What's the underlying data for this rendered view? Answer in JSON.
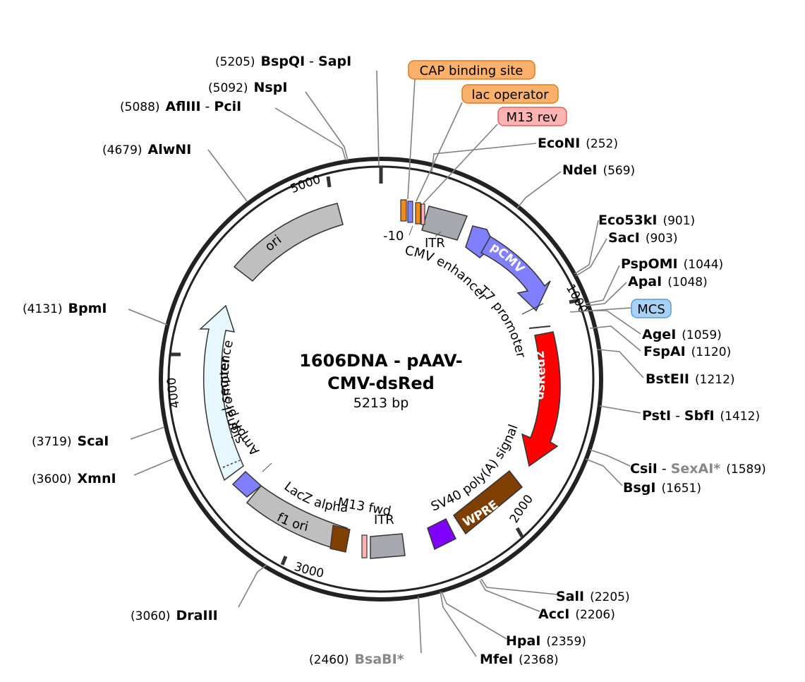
{
  "plasmid": {
    "title_line1": "1606DNA - pAAV-",
    "title_line2": "CMV-dsRed",
    "length_label": "5213 bp"
  },
  "ticks": [
    "1000",
    "2000",
    "3000",
    "4000",
    "5000"
  ],
  "features": {
    "pCMV": "pCMV",
    "dsRed2": "dsRed2",
    "WPRE": "WPRE",
    "ori": "ori",
    "f1_ori": "f1 ori",
    "itr_top": "ITR",
    "cmv_enhancer": "CMV enhancer",
    "t7_promoter": "T7 promoter",
    "minus10": "-10",
    "sv40": "SV40 poly(A) signal",
    "m13_fwd": "M13 fwd",
    "itr_bottom": "ITR",
    "lacz_alpha": "LacZ alpha",
    "ampr_promoter": "AmpR promoter",
    "signal_sequence": "signal sequence"
  },
  "boxes": {
    "cap": "CAP binding site",
    "lacop": "lac operator",
    "m13rev": "M13 rev",
    "mcs": "MCS"
  },
  "sites": [
    {
      "pos": "(5205)",
      "name": "BspQI",
      "sep": "-",
      "name2": "SapI"
    },
    {
      "pos": "(5092)",
      "name": "NspI"
    },
    {
      "pos": "(5088)",
      "name": "AflIII",
      "sep": "-",
      "name2": "PciI"
    },
    {
      "pos": "(4679)",
      "name": "AlwNI"
    },
    {
      "name": "EcoNI",
      "pos": "(252)"
    },
    {
      "name": "NdeI",
      "pos": "(569)"
    },
    {
      "name": "Eco53kI",
      "pos": "(901)"
    },
    {
      "name": "SacI",
      "pos": "(903)"
    },
    {
      "name": "PspOMI",
      "pos": "(1044)"
    },
    {
      "name": "ApaI",
      "pos": "(1048)"
    },
    {
      "name": "AgeI",
      "pos": "(1059)"
    },
    {
      "name": "FspAI",
      "pos": "(1120)"
    },
    {
      "name": "BstEII",
      "pos": "(1212)"
    },
    {
      "name": "PstI",
      "sep": "-",
      "name2": "SbfI",
      "pos": "(1412)"
    },
    {
      "name": "CsiI",
      "sep": "-",
      "name2": "SexAI*",
      "pos": "(1589)"
    },
    {
      "name": "BsgI",
      "pos": "(1651)"
    },
    {
      "name": "SalI",
      "pos": "(2205)"
    },
    {
      "name": "AccI",
      "pos": "(2206)"
    },
    {
      "name": "HpaI",
      "pos": "(2359)"
    },
    {
      "name": "MfeI",
      "pos": "(2368)"
    },
    {
      "pos": "(2460)",
      "name": "BsaBI*"
    },
    {
      "pos": "(3060)",
      "name": "DraIII"
    },
    {
      "pos": "(3600)",
      "name": "XmnI"
    },
    {
      "pos": "(3719)",
      "name": "ScaI"
    },
    {
      "pos": "(4131)",
      "name": "BpmI"
    }
  ],
  "colors": {
    "promoter": "#8080ff",
    "dsred": "#ff0000",
    "wpre": "#7f3f00",
    "ori": "#bfbfbf",
    "itr": "#a6aab0",
    "ampr": "#e6f7fd",
    "cap_box": "#fbb06b",
    "m13_box": "#ffb3b3",
    "mcs_box": "#a8d2f5",
    "polyA": "#8000ff"
  }
}
